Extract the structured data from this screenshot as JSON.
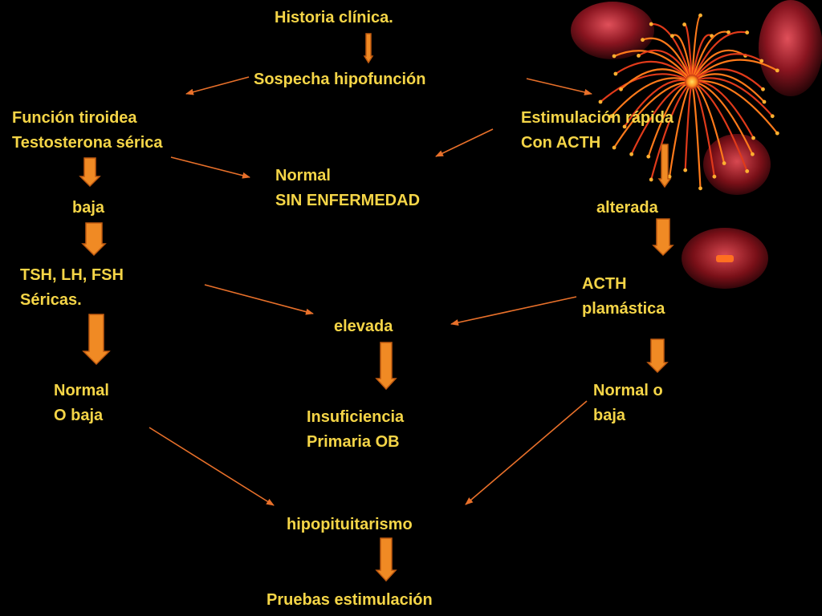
{
  "nodes": {
    "historia": "Historia clínica.",
    "sospecha": "Sospecha hipofunción",
    "funcion_line1": "Función tiroidea",
    "funcion_line2": "Testosterona sérica",
    "estimulacion_line1": "Estimulación rápida",
    "estimulacion_line2": "Con ACTH",
    "normal_line1": "Normal",
    "normal_line2": "SIN ENFERMEDAD",
    "baja": "baja",
    "alterada": "alterada",
    "tsh_line1": "TSH, LH, FSH",
    "tsh_line2": "Séricas.",
    "acth_line1": "ACTH",
    "acth_line2": "plamástica",
    "elevada": "elevada",
    "normal_obaja_line1": "Normal",
    "normal_obaja_line2": "O baja",
    "normal_o_baja_line1": "Normal o",
    "normal_o_baja_line2": "baja",
    "insuficiencia_line1": "Insuficiencia",
    "insuficiencia_line2": "Primaria OB",
    "hipopituitarismo": "hipopituitarismo",
    "pruebas": "Pruebas estimulación"
  },
  "colors": {
    "text": "#F5D547",
    "arrow_fill": "#F08A24",
    "arrow_stroke": "#C05A10",
    "connector": "#E8702A",
    "background": "#000000"
  }
}
